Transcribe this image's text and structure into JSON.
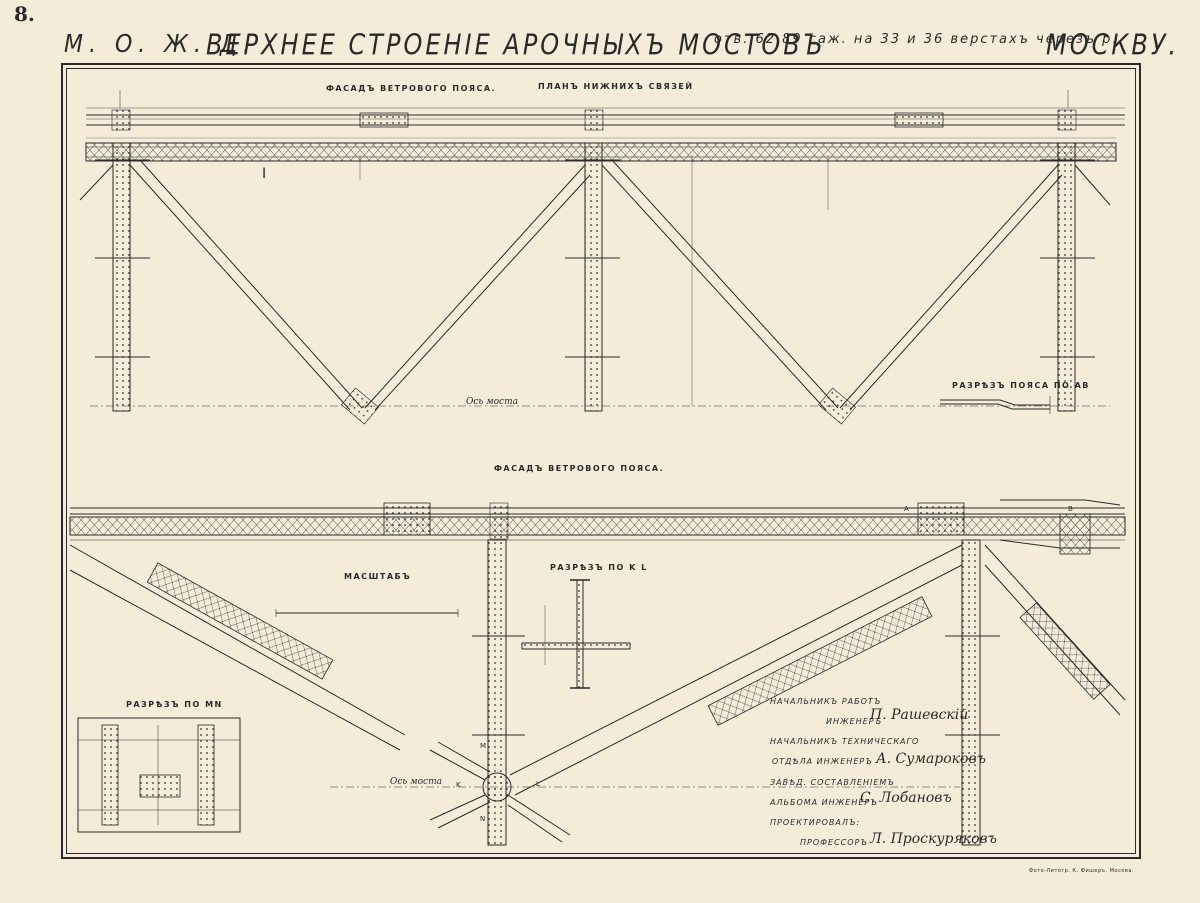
{
  "sheet_number": "8.",
  "title": {
    "road": "М. О. Ж. Д.",
    "main": "ВЕРХНЕЕ СТРОЕНІЕ АРОЧНЫХЪ МОСТОВЪ",
    "sub": "отв. 62,89 саж. на 33 и 36 верстахъ черезъ р.",
    "river": "МОСКВУ."
  },
  "top_view": {
    "facade_label": "ФАСАДЪ ВЕТРОВОГО ПОЯСА.",
    "plan_label": "ПЛАНЪ НИЖНИХЪ СВЯЗЕЙ",
    "axis_label": "Ось моста",
    "section_ab": "РАЗРѢЗЪ ПОЯСА ПО АВ"
  },
  "bottom_view": {
    "facade_label": "ФАСАДЪ ВЕТРОВОГО ПОЯСА.",
    "scale_label": "МАСШТАБЪ",
    "section_kl": "РАЗРѢЗЪ ПО K L",
    "section_mn": "РАЗРѢЗЪ ПО MN",
    "axis_label": "Ось моста",
    "letters": {
      "m": "M",
      "n": "N",
      "k": "K",
      "l": "L",
      "a": "A",
      "b": "B"
    }
  },
  "credits": [
    {
      "role": "НАЧАЛЬНИКЪ РАБОТЪ",
      "role2": "ИНЖЕНЕРЪ",
      "name": "П. Рашевскій"
    },
    {
      "role": "НАЧАЛЬНИКЪ ТЕХНИЧЕСКАГО",
      "role2": "ОТДѢЛА ИНЖЕНЕРЪ",
      "name": "А. Сумароковъ"
    },
    {
      "role": "ЗАВѢД. СОСТАВЛЕНІЕМЪ",
      "role2": "АЛЬБОМА ИНЖЕНЕРЪ",
      "name": "С. Лобановъ"
    },
    {
      "role": "ПРОЕКТИРОВАЛЪ:",
      "role2": "ПРОФЕССОРЪ",
      "name": "Л. Проскуряковъ"
    }
  ],
  "footer": "Фото-Литогр. К. Фишеръ, Москва."
}
